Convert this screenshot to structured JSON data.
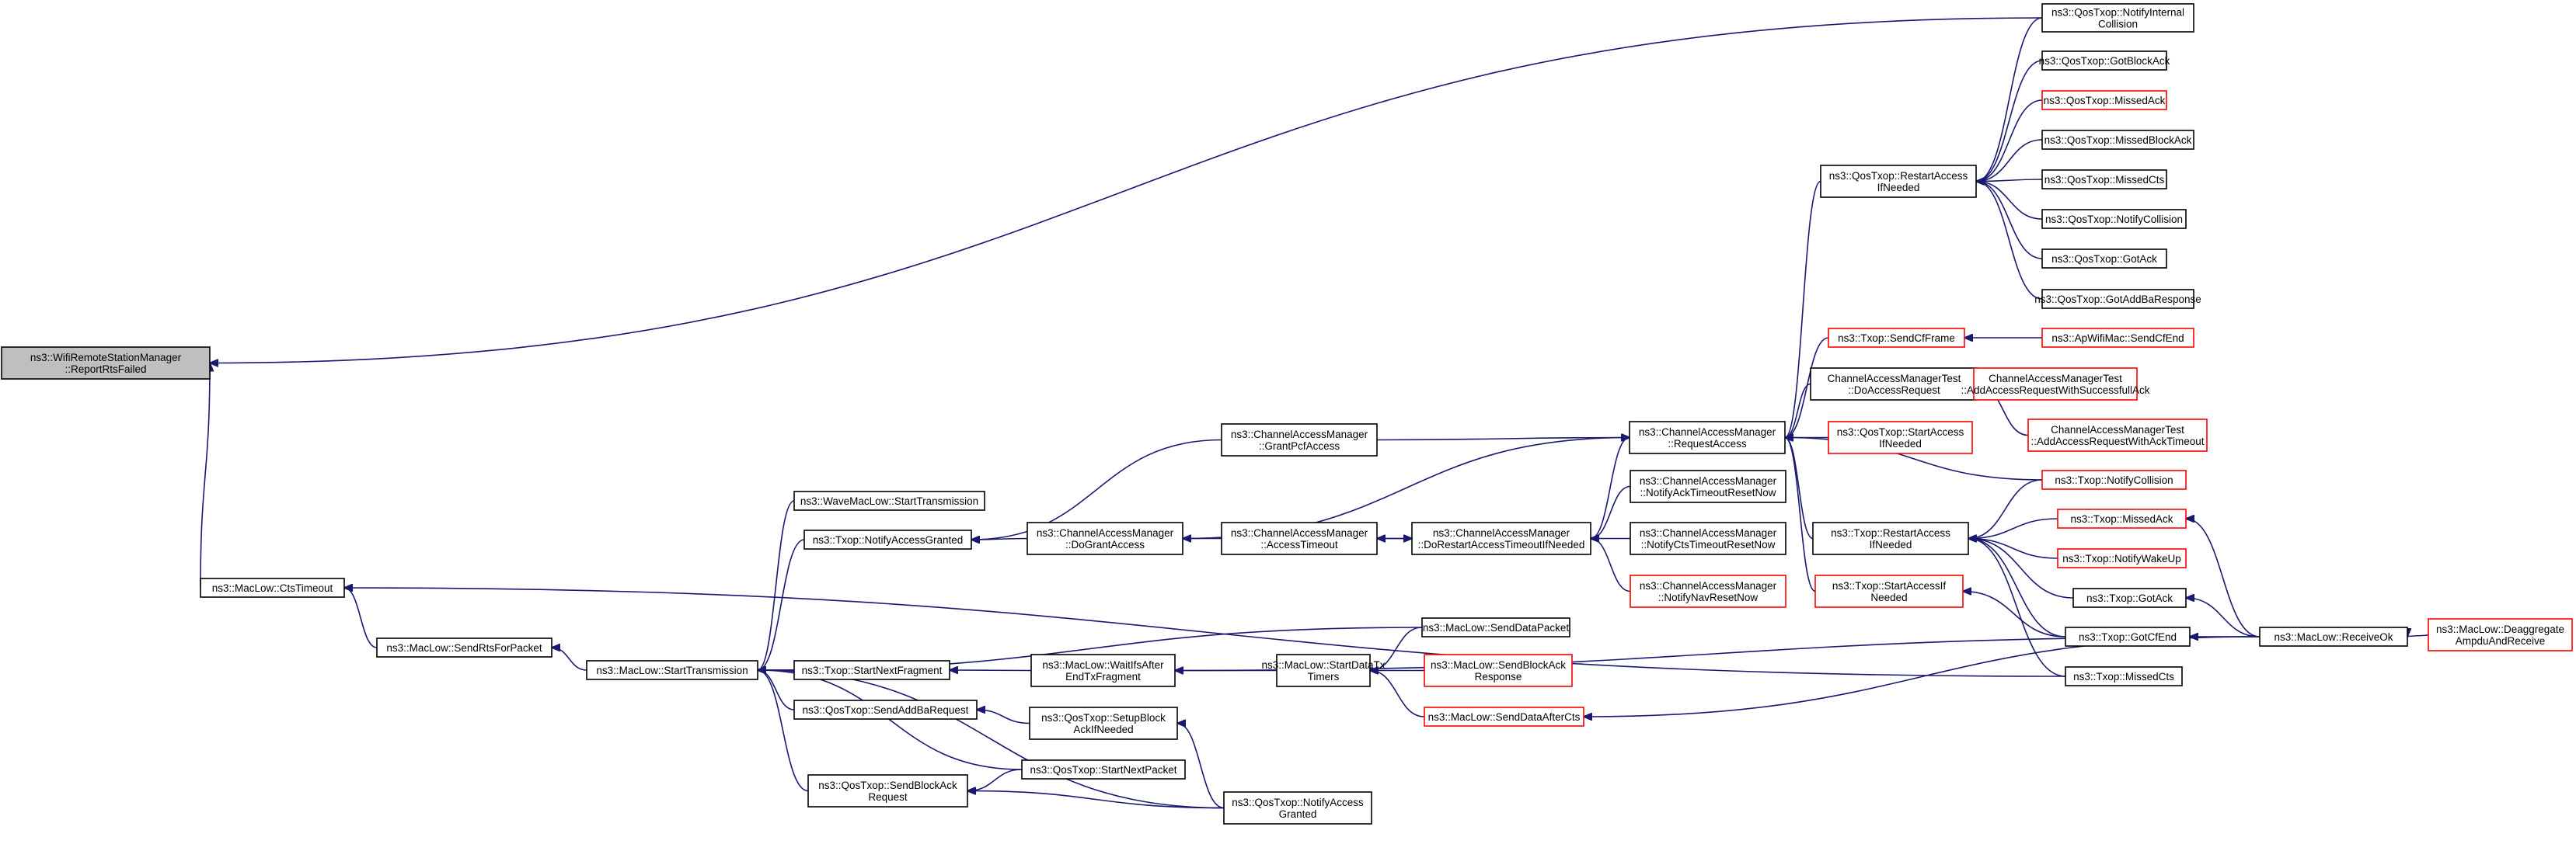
{
  "graph": {
    "title": "",
    "root": "n0",
    "colors": {
      "edge": "#191970",
      "root_fill": "#bfbfbf",
      "node_border": "#000000",
      "truncated_node_border": "#ff0000",
      "fill": "#ffffff"
    },
    "nodes": [
      {
        "id": "n0",
        "lines": [
          "ns3::WifiRemoteStationManager",
          "::ReportRtsFailed"
        ],
        "root": true
      },
      {
        "id": "n1",
        "lines": [
          "ns3::MacLow::CtsTimeout"
        ]
      },
      {
        "id": "n2",
        "lines": [
          "ns3::QosTxop::NotifyInternal",
          "Collision"
        ]
      },
      {
        "id": "n3",
        "lines": [
          "ns3::QosTxop::GotBlockAck"
        ]
      },
      {
        "id": "n4",
        "lines": [
          "ns3::QosTxop::MissedAck"
        ],
        "truncated": true
      },
      {
        "id": "n5",
        "lines": [
          "ns3::QosTxop::MissedBlockAck"
        ]
      },
      {
        "id": "n6",
        "lines": [
          "ns3::QosTxop::MissedCts"
        ]
      },
      {
        "id": "n7",
        "lines": [
          "ns3::QosTxop::NotifyCollision"
        ]
      },
      {
        "id": "n8",
        "lines": [
          "ns3::QosTxop::GotAck"
        ]
      },
      {
        "id": "n9",
        "lines": [
          "ns3::QosTxop::GotAddBaResponse"
        ]
      },
      {
        "id": "n10",
        "lines": [
          "ns3::QosTxop::RestartAccess",
          "IfNeeded"
        ]
      },
      {
        "id": "n11",
        "lines": [
          "ns3::Txop::SendCfFrame"
        ],
        "truncated": true
      },
      {
        "id": "n12",
        "lines": [
          "ns3::ApWifiMac::SendCfEnd"
        ],
        "truncated": true
      },
      {
        "id": "n13",
        "lines": [
          "ChannelAccessManagerTest",
          "::DoAccessRequest"
        ]
      },
      {
        "id": "n14",
        "lines": [
          "ChannelAccessManagerTest",
          "::AddAccessRequestWithSuccessfullAck"
        ],
        "truncated": true
      },
      {
        "id": "n15",
        "lines": [
          "ChannelAccessManagerTest",
          "::AddAccessRequestWithAckTimeout"
        ],
        "truncated": true
      },
      {
        "id": "n16",
        "lines": [
          "ns3::ChannelAccessManager",
          "::GrantPcfAccess"
        ]
      },
      {
        "id": "n17",
        "lines": [
          "ns3::ChannelAccessManager",
          "::RequestAccess"
        ]
      },
      {
        "id": "n18",
        "lines": [
          "ns3::QosTxop::StartAccess",
          "IfNeeded"
        ],
        "truncated": true
      },
      {
        "id": "n19",
        "lines": [
          "ns3::Txop::NotifyCollision"
        ],
        "truncated": true
      },
      {
        "id": "n20",
        "lines": [
          "ns3::ChannelAccessManager",
          "::NotifyAckTimeoutResetNow"
        ]
      },
      {
        "id": "n21",
        "lines": [
          "ns3::WaveMacLow::StartTransmission"
        ]
      },
      {
        "id": "n22",
        "lines": [
          "ns3::Txop::NotifyAccessGranted"
        ]
      },
      {
        "id": "n23",
        "lines": [
          "ns3::ChannelAccessManager",
          "::DoGrantAccess"
        ]
      },
      {
        "id": "n24",
        "lines": [
          "ns3::ChannelAccessManager",
          "::AccessTimeout"
        ]
      },
      {
        "id": "n25",
        "lines": [
          "ns3::ChannelAccessManager",
          "::DoRestartAccessTimeoutIfNeeded"
        ]
      },
      {
        "id": "n26",
        "lines": [
          "ns3::ChannelAccessManager",
          "::NotifyCtsTimeoutResetNow"
        ]
      },
      {
        "id": "n27",
        "lines": [
          "ns3::ChannelAccessManager",
          "::NotifyNavResetNow"
        ],
        "truncated": true
      },
      {
        "id": "n28",
        "lines": [
          "ns3::Txop::RestartAccess",
          "IfNeeded"
        ]
      },
      {
        "id": "n29",
        "lines": [
          "ns3::Txop::MissedAck"
        ],
        "truncated": true
      },
      {
        "id": "n30",
        "lines": [
          "ns3::Txop::NotifyWakeUp"
        ],
        "truncated": true
      },
      {
        "id": "n31",
        "lines": [
          "ns3::Txop::StartAccessIf",
          "Needed"
        ],
        "truncated": true
      },
      {
        "id": "n32",
        "lines": [
          "ns3::Txop::GotAck"
        ]
      },
      {
        "id": "n33",
        "lines": [
          "ns3::Txop::GotCfEnd"
        ]
      },
      {
        "id": "n34",
        "lines": [
          "ns3::Txop::MissedCts"
        ]
      },
      {
        "id": "n35",
        "lines": [
          "ns3::MacLow::ReceiveOk"
        ]
      },
      {
        "id": "n36",
        "lines": [
          "ns3::MacLow::Deaggregate",
          "AmpduAndReceive"
        ],
        "truncated": true
      },
      {
        "id": "n37",
        "lines": [
          "ns3::MacLow::SendRtsForPacket"
        ]
      },
      {
        "id": "n38",
        "lines": [
          "ns3::MacLow::StartTransmission"
        ]
      },
      {
        "id": "n39",
        "lines": [
          "ns3::MacLow::SendDataPacket"
        ]
      },
      {
        "id": "n40",
        "lines": [
          "ns3::Txop::StartNextFragment"
        ]
      },
      {
        "id": "n41",
        "lines": [
          "ns3::MacLow::WaitIfsAfter",
          "EndTxFragment"
        ]
      },
      {
        "id": "n42",
        "lines": [
          "ns3::MacLow::StartDataTx",
          "Timers"
        ]
      },
      {
        "id": "n43",
        "lines": [
          "ns3::MacLow::SendBlockAck",
          "Response"
        ],
        "truncated": true
      },
      {
        "id": "n44",
        "lines": [
          "ns3::MacLow::SendDataAfterCts"
        ],
        "truncated": true
      },
      {
        "id": "n45",
        "lines": [
          "ns3::QosTxop::SendAddBaRequest"
        ]
      },
      {
        "id": "n46",
        "lines": [
          "ns3::QosTxop::SetupBlock",
          "AckIfNeeded"
        ]
      },
      {
        "id": "n47",
        "lines": [
          "ns3::QosTxop::StartNextPacket"
        ]
      },
      {
        "id": "n48",
        "lines": [
          "ns3::QosTxop::SendBlockAck",
          "Request"
        ]
      },
      {
        "id": "n49",
        "lines": [
          "ns3::QosTxop::NotifyAccess",
          "Granted"
        ]
      }
    ],
    "edges": [
      [
        "n1",
        "n0"
      ],
      [
        "n2",
        "n0"
      ],
      [
        "n2",
        "n10"
      ],
      [
        "n3",
        "n10"
      ],
      [
        "n4",
        "n10"
      ],
      [
        "n5",
        "n10"
      ],
      [
        "n6",
        "n10"
      ],
      [
        "n7",
        "n10"
      ],
      [
        "n8",
        "n10"
      ],
      [
        "n9",
        "n10"
      ],
      [
        "n10",
        "n17"
      ],
      [
        "n11",
        "n17"
      ],
      [
        "n12",
        "n11"
      ],
      [
        "n13",
        "n17"
      ],
      [
        "n14",
        "n13"
      ],
      [
        "n15",
        "n13"
      ],
      [
        "n16",
        "n17"
      ],
      [
        "n18",
        "n17"
      ],
      [
        "n19",
        "n17"
      ],
      [
        "n28",
        "n17"
      ],
      [
        "n31",
        "n17"
      ],
      [
        "n25",
        "n17"
      ],
      [
        "n23",
        "n17"
      ],
      [
        "n19",
        "n28"
      ],
      [
        "n29",
        "n28"
      ],
      [
        "n30",
        "n28"
      ],
      [
        "n32",
        "n28"
      ],
      [
        "n33",
        "n28"
      ],
      [
        "n34",
        "n28"
      ],
      [
        "n33",
        "n31"
      ],
      [
        "n35",
        "n29"
      ],
      [
        "n35",
        "n32"
      ],
      [
        "n35",
        "n33"
      ],
      [
        "n36",
        "n35"
      ],
      [
        "n20",
        "n25"
      ],
      [
        "n26",
        "n25"
      ],
      [
        "n27",
        "n25"
      ],
      [
        "n24",
        "n25"
      ],
      [
        "n25",
        "n24"
      ],
      [
        "n24",
        "n23"
      ],
      [
        "n16",
        "n22"
      ],
      [
        "n23",
        "n22"
      ],
      [
        "n22",
        "n38"
      ],
      [
        "n21",
        "n38"
      ],
      [
        "n34",
        "n1"
      ],
      [
        "n37",
        "n1"
      ],
      [
        "n38",
        "n37"
      ],
      [
        "n39",
        "n38"
      ],
      [
        "n40",
        "n38"
      ],
      [
        "n45",
        "n38"
      ],
      [
        "n47",
        "n38"
      ],
      [
        "n48",
        "n38"
      ],
      [
        "n49",
        "n38"
      ],
      [
        "n41",
        "n40"
      ],
      [
        "n42",
        "n41"
      ],
      [
        "n39",
        "n42"
      ],
      [
        "n43",
        "n42"
      ],
      [
        "n44",
        "n42"
      ],
      [
        "n35",
        "n41"
      ],
      [
        "n35",
        "n44"
      ],
      [
        "n46",
        "n45"
      ],
      [
        "n49",
        "n46"
      ],
      [
        "n47",
        "n48"
      ],
      [
        "n49",
        "n48"
      ]
    ]
  }
}
